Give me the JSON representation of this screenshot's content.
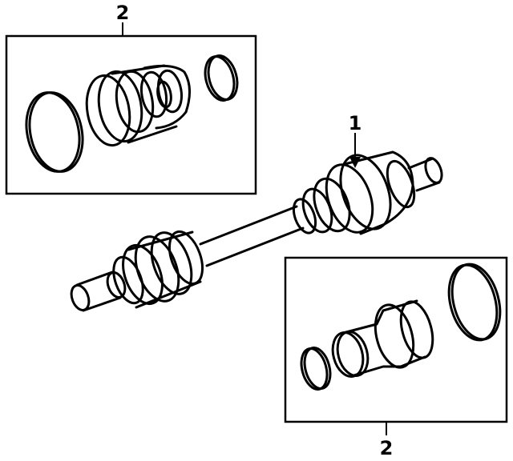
{
  "callouts": {
    "top_left_box": "2",
    "axle_shaft": "1",
    "bottom_right_box": "2"
  },
  "colors": {
    "line": "#000000",
    "background": "#ffffff"
  }
}
